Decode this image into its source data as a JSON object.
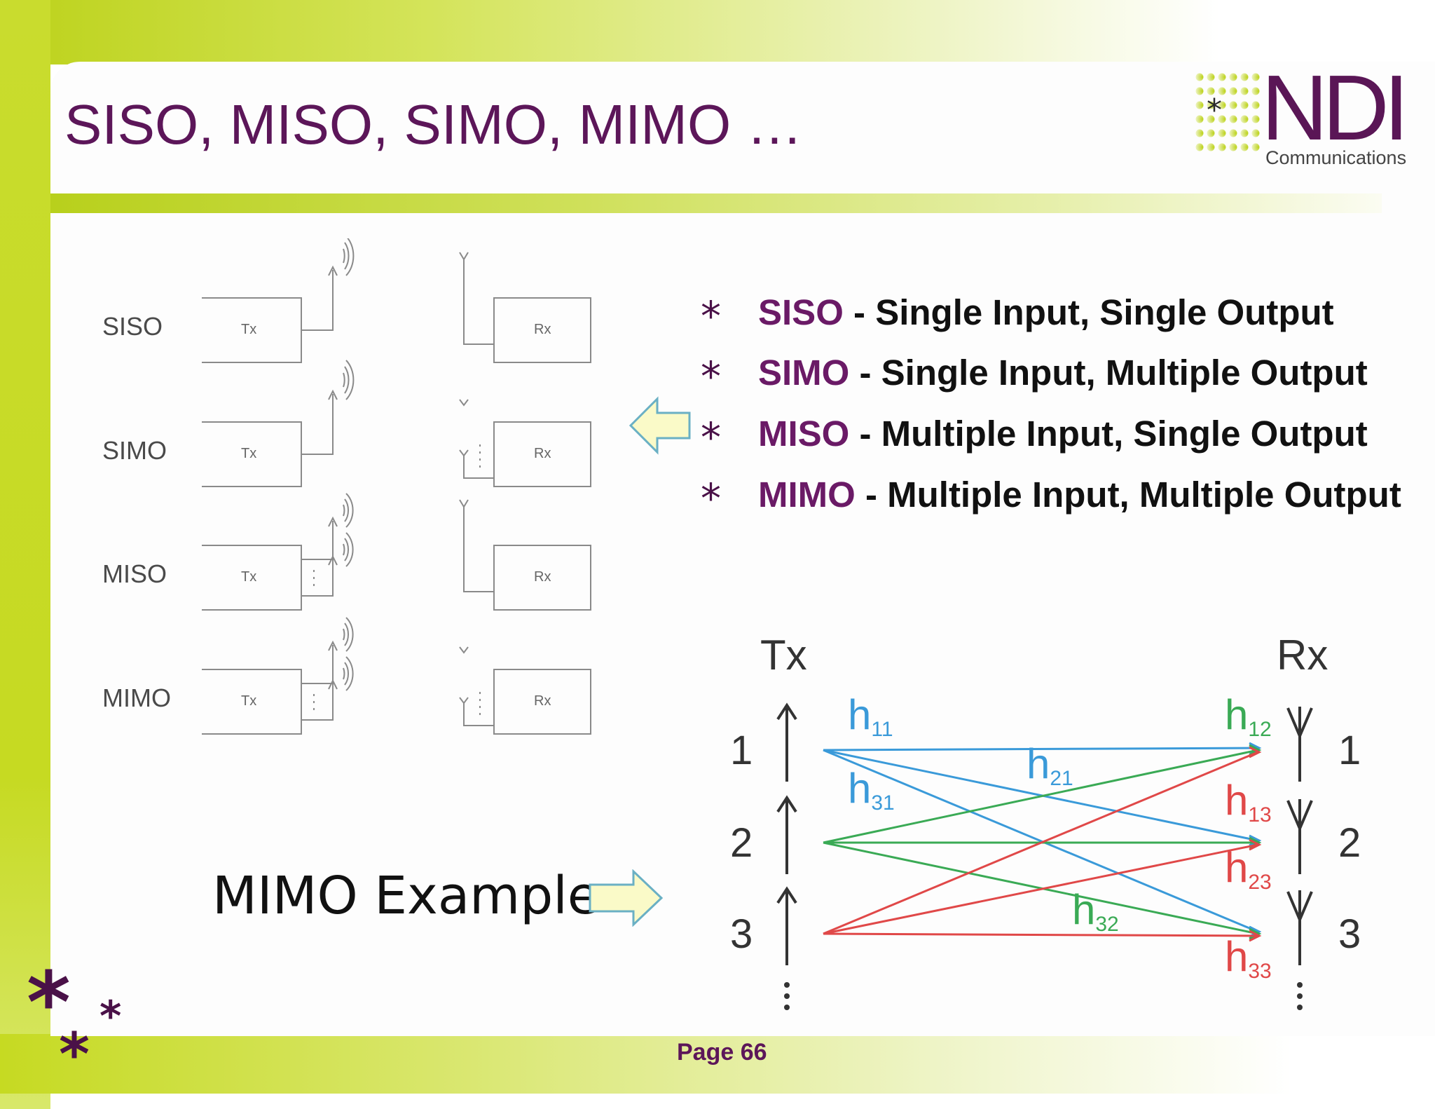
{
  "slide": {
    "title": "SISO, MISO, SIMO, MIMO …",
    "page_label": "Page 66"
  },
  "logo": {
    "brand": "NDI",
    "tagline": "Communications",
    "star": "*"
  },
  "diagram_rows": [
    {
      "label": "SISO",
      "tx": "Tx",
      "rx": "Rx"
    },
    {
      "label": "SIMO",
      "tx": "Tx",
      "rx": "Rx"
    },
    {
      "label": "MISO",
      "tx": "Tx",
      "rx": "Rx"
    },
    {
      "label": "MIMO",
      "tx": "Tx",
      "rx": "Rx"
    }
  ],
  "bullets": [
    {
      "star": "*",
      "term": "SISO",
      "rest": " - Single Input, Single Output"
    },
    {
      "star": "*",
      "term": "SIMO",
      "rest": " - Single Input, Multiple Output"
    },
    {
      "star": "*",
      "term": "MISO",
      "rest": " - Multiple Input, Single Output"
    },
    {
      "star": "*",
      "term": "MIMO",
      "rest": " - Multiple Input, Multiple Output"
    }
  ],
  "mimo_example": {
    "caption": "MIMO Example",
    "tx_label": "Tx",
    "rx_label": "Rx",
    "antenna_numbers": [
      "1",
      "2",
      "3"
    ],
    "dots": "⋮",
    "channels": [
      {
        "name": "h",
        "sub": "11",
        "color": "#3a9ad9"
      },
      {
        "name": "h",
        "sub": "21",
        "color": "#3a9ad9"
      },
      {
        "name": "h",
        "sub": "31",
        "color": "#3a9ad9"
      },
      {
        "name": "h",
        "sub": "12",
        "color": "#3aaa55"
      },
      {
        "name": "h",
        "sub": "32",
        "color": "#3aaa55"
      },
      {
        "name": "h",
        "sub": "13",
        "color": "#e04848"
      },
      {
        "name": "h",
        "sub": "23",
        "color": "#e04848"
      },
      {
        "name": "h",
        "sub": "33",
        "color": "#e04848"
      }
    ]
  },
  "colors": {
    "accent_green": "#c6da22",
    "title_purple": "#5c1659",
    "arrow_fill": "#fafac8",
    "arrow_stroke": "#6ab0c4"
  }
}
